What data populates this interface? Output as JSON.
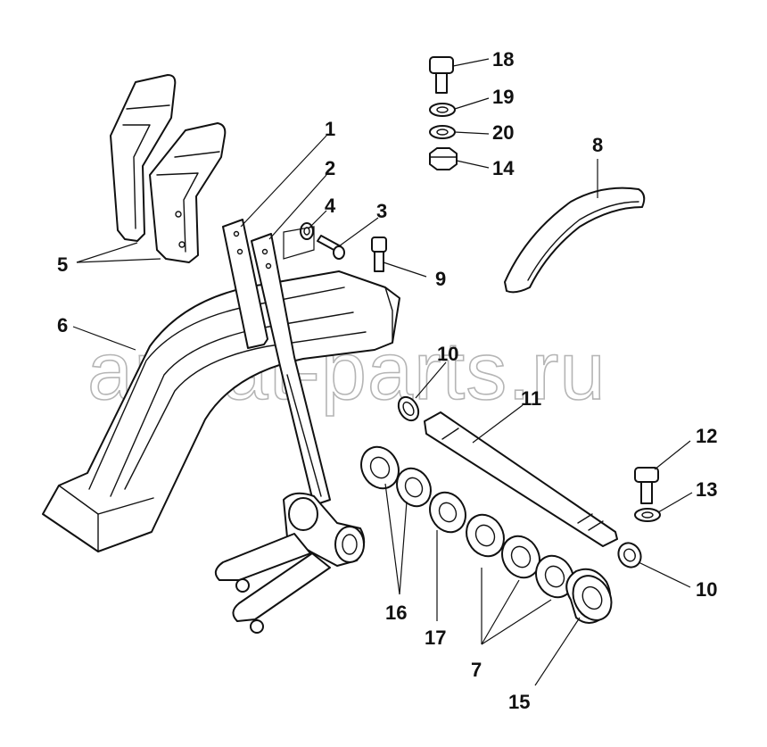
{
  "watermark": "ansat-parts.ru",
  "callouts": [
    {
      "id": "c1",
      "label": "1"
    },
    {
      "id": "c2",
      "label": "2"
    },
    {
      "id": "c3",
      "label": "3"
    },
    {
      "id": "c4",
      "label": "4"
    },
    {
      "id": "c5",
      "label": "5"
    },
    {
      "id": "c6",
      "label": "6"
    },
    {
      "id": "c7",
      "label": "7"
    },
    {
      "id": "c8",
      "label": "8"
    },
    {
      "id": "c9",
      "label": "9"
    },
    {
      "id": "c10a",
      "label": "10"
    },
    {
      "id": "c10b",
      "label": "10"
    },
    {
      "id": "c11",
      "label": "11"
    },
    {
      "id": "c12",
      "label": "12"
    },
    {
      "id": "c13",
      "label": "13"
    },
    {
      "id": "c14",
      "label": "14"
    },
    {
      "id": "c15",
      "label": "15"
    },
    {
      "id": "c16",
      "label": "16"
    },
    {
      "id": "c17",
      "label": "17"
    },
    {
      "id": "c18",
      "label": "18"
    },
    {
      "id": "c19",
      "label": "19"
    },
    {
      "id": "c20",
      "label": "20"
    }
  ]
}
